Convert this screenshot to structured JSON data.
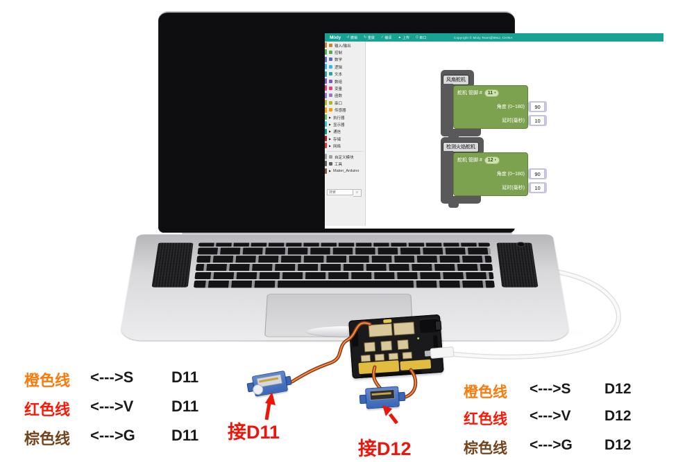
{
  "mixly": {
    "brand": "Mixly",
    "header_color": "#17a293",
    "menu": [
      {
        "id": "undo",
        "icon": "↺",
        "label": "撤销"
      },
      {
        "id": "redo",
        "icon": "↻",
        "label": "重做"
      },
      {
        "id": "compile",
        "icon": "✓",
        "label": "编译"
      },
      {
        "id": "upload",
        "icon": "▲",
        "label": "上传"
      },
      {
        "id": "serial",
        "icon": "⟨⟩",
        "label": "串口"
      }
    ],
    "copyright": "Copyright © Mixly Team@BNU, CHINA",
    "sidebar": {
      "search_placeholder": "搜索",
      "items": [
        {
          "id": "in-out",
          "label": "输入/输出",
          "color": "#c8882a"
        },
        {
          "id": "control",
          "label": "控制",
          "color": "#4caf50"
        },
        {
          "id": "math",
          "label": "数学",
          "color": "#5c6bc0"
        },
        {
          "id": "logic",
          "label": "逻辑",
          "color": "#29b6f6"
        },
        {
          "id": "text",
          "label": "文本",
          "color": "#26a69a"
        },
        {
          "id": "array",
          "label": "数组",
          "color": "#7e57c2"
        },
        {
          "id": "variable",
          "label": "变量",
          "color": "#ec407a"
        },
        {
          "id": "function",
          "label": "函数",
          "color": "#9575cd"
        },
        {
          "id": "serial",
          "label": "串口",
          "color": "#afb42b"
        },
        {
          "id": "sensor",
          "label": "传感器",
          "color": "#ff9800"
        },
        {
          "id": "actuator",
          "label": "执行器",
          "color": "#66bb6a",
          "expandable": true
        },
        {
          "id": "display",
          "label": "显示器",
          "color": "#26c6da",
          "expandable": true
        },
        {
          "id": "comm",
          "label": "通信",
          "color": "#009688",
          "expandable": true
        },
        {
          "id": "storage",
          "label": "存储",
          "color": "#b71c1c",
          "expandable": true
        },
        {
          "id": "network",
          "label": "网络",
          "color": "#e53935",
          "expandable": true
        },
        {
          "id": "custom-module",
          "label": "自定义模块",
          "color": "#9e9e9e",
          "separator_before": true
        },
        {
          "id": "tools",
          "label": "工具",
          "color": "#616161"
        },
        {
          "id": "maker-arduino",
          "label": "Maker_Arduino",
          "color": "#795548",
          "expandable": true
        }
      ]
    },
    "workspace": {
      "dropdown_arrow": "▾",
      "groups": [
        {
          "caption": "风扇舵机",
          "block": {
            "title": "舵机 管脚 #",
            "pin": "11",
            "rows": [
              {
                "label": "角度 (0~180)",
                "value": "90"
              },
              {
                "label": "延时(毫秒)",
                "value": "10"
              }
            ]
          }
        },
        {
          "caption": "检测火焰舵机",
          "block": {
            "title": "舵机 管脚 #",
            "pin": "12",
            "rows": [
              {
                "label": "角度 (0~180)",
                "value": "90"
              },
              {
                "label": "延时(毫秒)",
                "value": "10"
              }
            ]
          }
        }
      ]
    }
  },
  "annotations": {
    "accent_red": "#ee1409",
    "wire_colors": {
      "orange": "#f97b0c",
      "red": "#fd1806",
      "brown": "#74431c"
    },
    "left": [
      {
        "wire": "橙色线",
        "wire_color": "#f97b0c",
        "signal": "<--->S",
        "pin": "D11"
      },
      {
        "wire": "红色线",
        "wire_color": "#fd1806",
        "signal": "<--->V",
        "pin": "D11"
      },
      {
        "wire": "棕色线",
        "wire_color": "#74431c",
        "signal": "<--->G",
        "pin": "D11"
      }
    ],
    "right": [
      {
        "wire": "橙色线",
        "wire_color": "#f97b0c",
        "signal": "<--->S",
        "pin": "D12"
      },
      {
        "wire": "红色线",
        "wire_color": "#fd1806",
        "signal": "<--->V",
        "pin": "D12"
      },
      {
        "wire": "棕色线",
        "wire_color": "#74431c",
        "signal": "<--->G",
        "pin": "D12"
      }
    ],
    "servo_labels": [
      {
        "text": "接D11"
      },
      {
        "text": "接D12"
      }
    ]
  }
}
